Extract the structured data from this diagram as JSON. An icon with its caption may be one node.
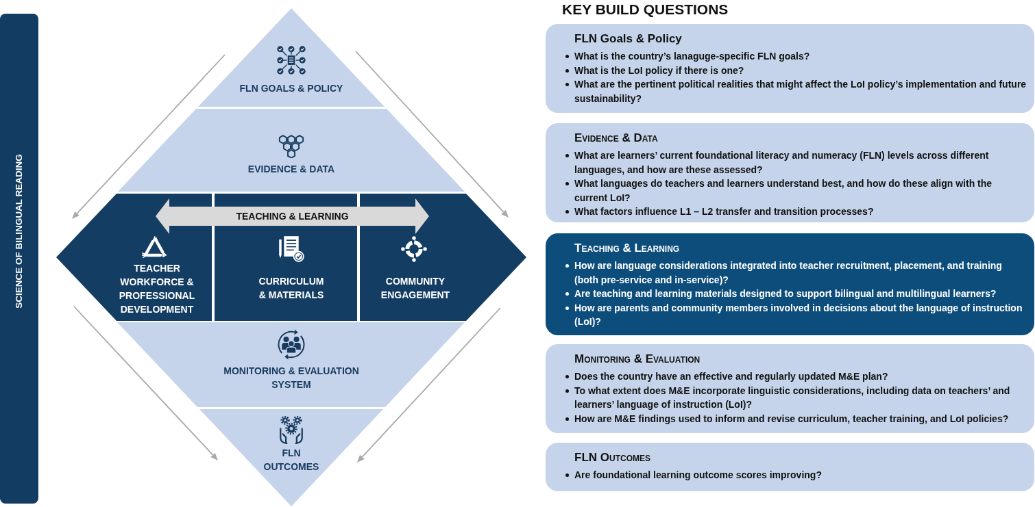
{
  "diagram": {
    "nodes": [
      {
        "text": [
          "SCIENCE OF BILINGUAL READING"
        ]
      },
      {
        "text": [
          "FLN GOALS & POLICY"
        ]
      },
      {
        "text": [
          "EVIDENCE & DATA"
        ]
      },
      {
        "text": [
          "TEACHER WORKFORCE & PROFESSIONAL DEVELOPMENT"
        ]
      },
      {
        "text": [
          "CURRICULUM & MATERIALS"
        ]
      },
      {
        "text": [
          "COMMUNITY ENGAGEMENT"
        ]
      },
      {
        "text": [
          "MONITORING & EVALUATION SYSTEM"
        ]
      },
      {
        "text": [
          "FLN OUTCOMES"
        ]
      },
      {
        "text": [
          "FLN Goals & Policy",
          "What is the country’s lanaguge-specific FLN goals?",
          "What is the LoI policy if there is one?",
          "What are the pertinent political realities that might affect the LoI policy’s implementation and future sustainability?"
        ]
      },
      {
        "text": [
          "Evidence & Data",
          "What are learners’ current foundational literacy and numeracy (FLN) levels across different languages, and how are these assessed?",
          "What languages do teachers and learners understand best, and how do these align with the current LoI?",
          "What factors influence L1 – L2 transfer and transition processes?"
        ]
      },
      {
        "text": [
          "Teaching & Learning",
          "How are language considerations integrated into teacher recruitment, placement, and training (both pre-service and in-service)?",
          "Are teaching and learning materials designed to support bilingual and multilingual learners?",
          "How are parents and community members involved in decisions about the language of instruction (LoI)?"
        ]
      },
      {
        "text": [
          "Monitoring & Evaluation",
          "Does the country have an effective and regularly updated M&E plan?",
          "To what extent does M&E incorporate linguistic considerations, including data on teachers’ and learners’ language of instruction (LoI)?",
          "How are M&E findings used to inform and revise curriculum, teacher training, and LoI policies?"
        ]
      },
      {
        "text": [
          "FLN Outcomes",
          "Are foundational learning outcome scores improving?"
        ]
      }
    ],
    "edges": [
      {
        "from": 3,
        "to": 5,
        "arrow": "both",
        "label": "TEACHING & LEARNING"
      }
    ],
    "labels": [
      "KEY BUILD QUESTIONS"
    ]
  }
}
